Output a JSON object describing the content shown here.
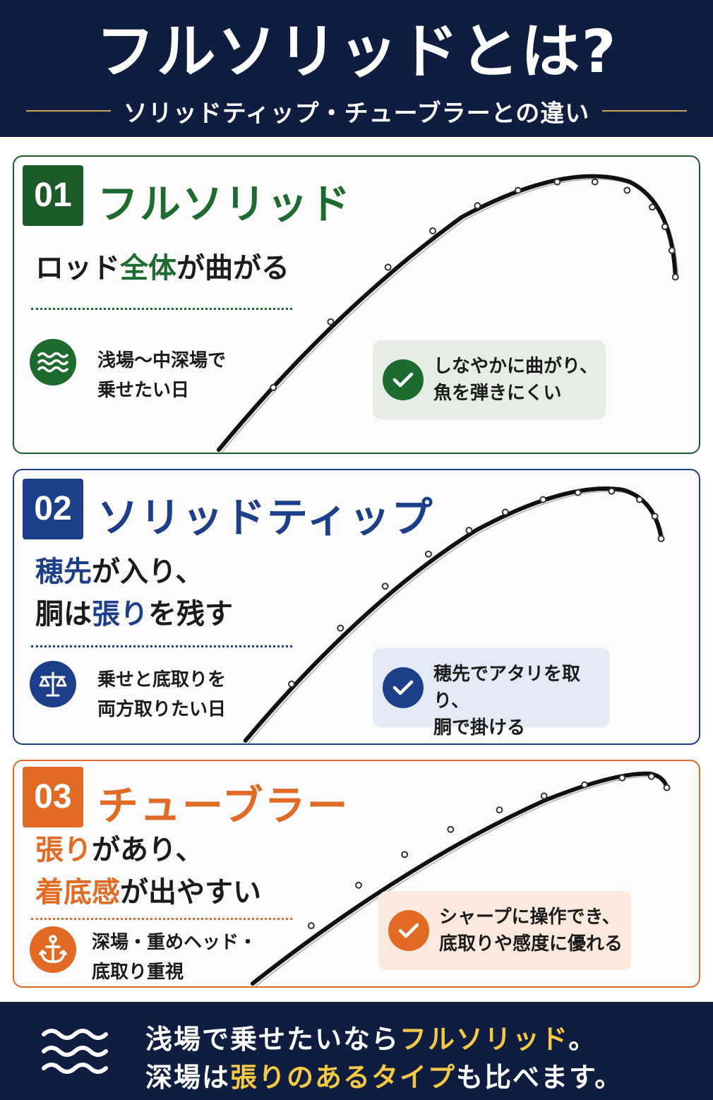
{
  "header": {
    "title": "フルソリッドとは?",
    "subtitle": "ソリッドティップ・チューブラーとの違い"
  },
  "cards": [
    {
      "number": "01",
      "title": "フルソリッド",
      "desc": {
        "pre": "ロッド",
        "em": "全体",
        "post": "が曲がる"
      },
      "situation": {
        "icon": "waves-icon",
        "lines": [
          "浅場〜中深場で",
          "乗せたい日"
        ]
      },
      "feature": {
        "lines": [
          "しなやかに曲がり、",
          "魚を弾きにくい"
        ]
      },
      "color": "#1e6b2f"
    },
    {
      "number": "02",
      "title": "ソリッドティップ",
      "desc": {
        "line1_em": "穂先",
        "line1_post": "が入り、",
        "line2_pre": "胴は",
        "line2_em": "張り",
        "line2_post": "を残す"
      },
      "situation": {
        "icon": "scale-icon",
        "lines": [
          "乗せと底取りを",
          "両方取りたい日"
        ]
      },
      "feature": {
        "lines": [
          "穂先でアタリを取り、",
          "胴で掛ける"
        ]
      },
      "color": "#1d3f8a"
    },
    {
      "number": "03",
      "title": "チューブラー",
      "desc": {
        "line1_em": "張り",
        "line1_post": "があり、",
        "line2_em": "着底感",
        "line2_post": "が出やすい"
      },
      "situation": {
        "icon": "anchor-icon",
        "lines": [
          "深場・重めヘッド・",
          "底取り重視"
        ]
      },
      "feature": {
        "lines": [
          "シャープに操作でき、",
          "底取りや感度に優れる"
        ]
      },
      "color": "#e16a24"
    }
  ],
  "footer": {
    "line1_pre": "浅場で乗せたいなら",
    "line1_hl": "フルソリッド",
    "line1_post": "。",
    "line2_pre": "深場は",
    "line2_hl": "張りのあるタイプ",
    "line2_post": "も比べます。"
  }
}
